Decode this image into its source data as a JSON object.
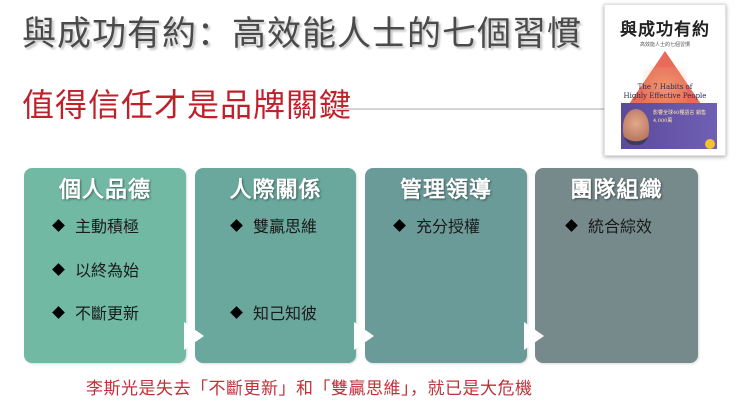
{
  "slide": {
    "title": "與成功有約：高效能人士的七個習慣",
    "subtitle": "值得信任才是品牌關鍵",
    "footer_note": "李斯光是失去「不斷更新」和「雙贏思維」，就已是大危機"
  },
  "book_cover": {
    "title": "與成功有約",
    "subtitle": "高效能人士的七個習慣",
    "english_title_line1": "The 7 Habits of",
    "english_title_line2": "Highly Effective People",
    "band_text": "影響全球40種語言 銷售4,000萬"
  },
  "panels": [
    {
      "heading": "個人品德",
      "color": "#72b9a3",
      "bullets": [
        "主動積極",
        "以終為始",
        "不斷更新"
      ]
    },
    {
      "heading": "人際關係",
      "color": "#6aa89d",
      "bullets": [
        "雙贏思維",
        "知己知彼"
      ]
    },
    {
      "heading": "管理領導",
      "color": "#6b9b98",
      "bullets": [
        "充分授權"
      ]
    },
    {
      "heading": "團隊組織",
      "color": "#768a8b",
      "bullets": [
        "統合綜效"
      ]
    }
  ],
  "colors": {
    "title": "#4a4a4a",
    "subtitle": "#c0202a",
    "footer": "#c0303a",
    "arrow": "#ffffff"
  }
}
